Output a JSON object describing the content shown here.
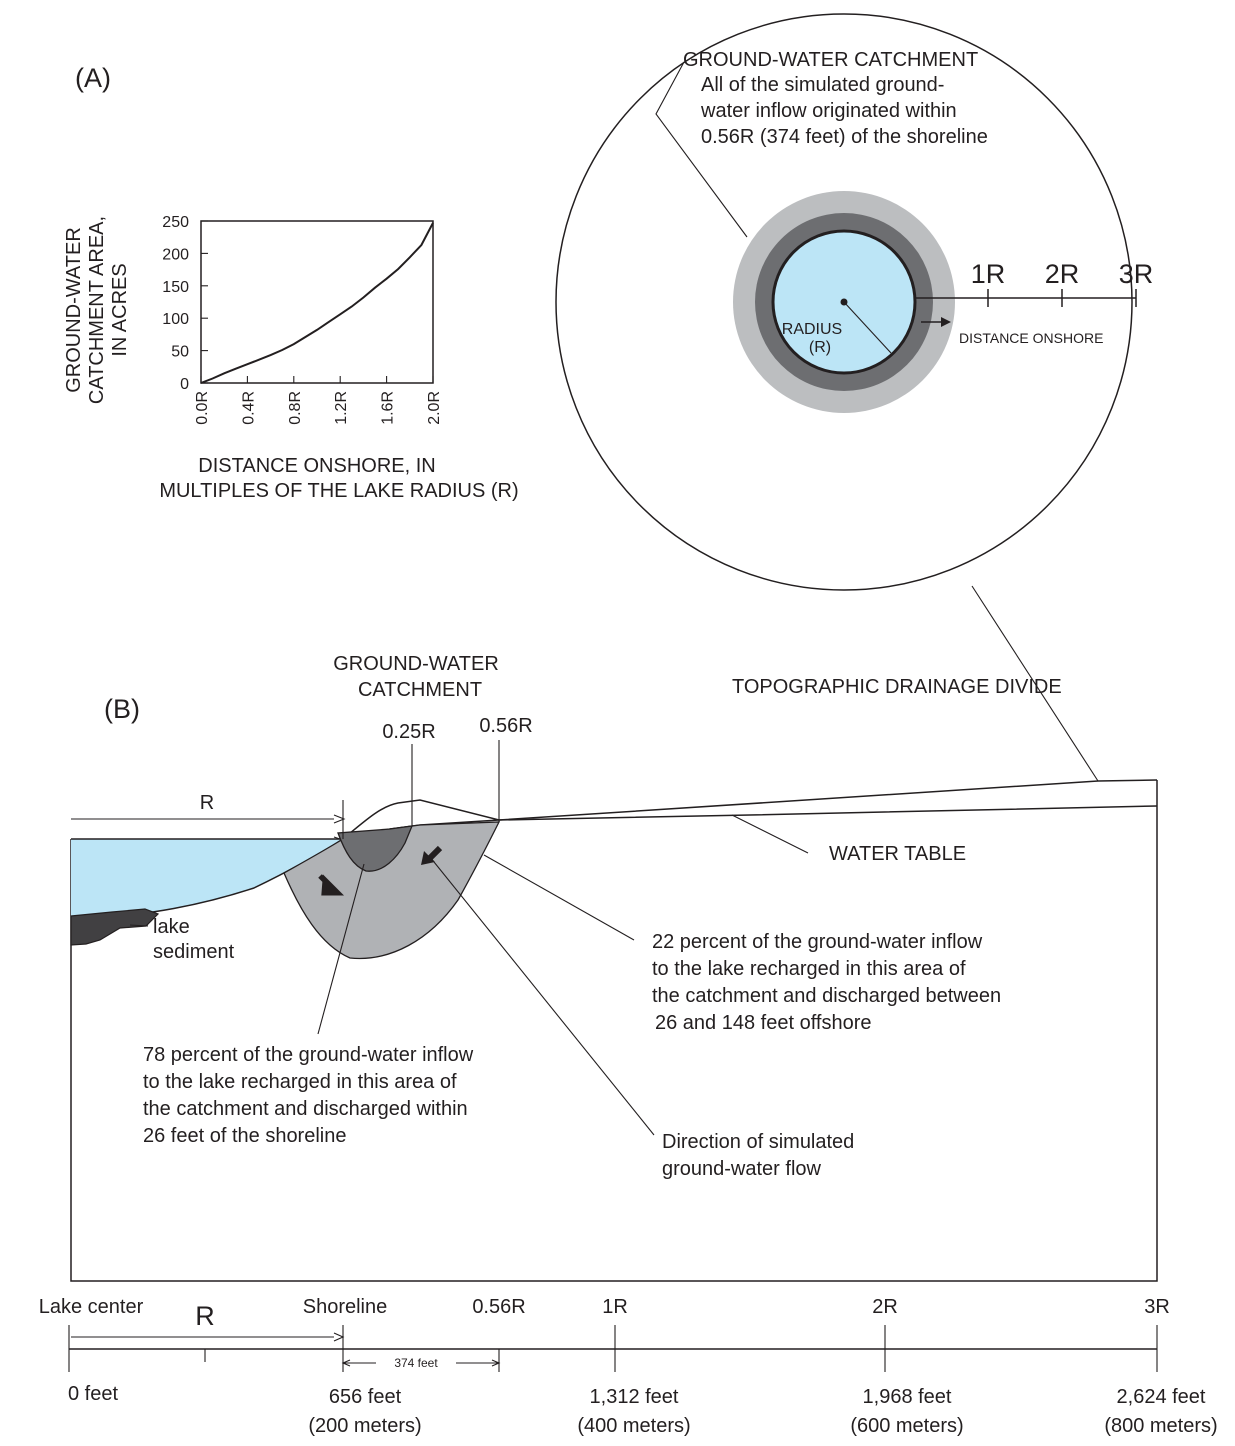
{
  "panel_a": {
    "label": "(A)",
    "chart": {
      "ylabel_lines": [
        "GROUND-WATER",
        "CATCHMENT AREA,",
        "IN ACRES"
      ],
      "yticks": [
        "250",
        "200",
        "150",
        "100",
        "50",
        "0"
      ],
      "xticks": [
        "0.0R",
        "0.4R",
        "0.8R",
        "1.2R",
        "1.6R",
        "2.0R"
      ],
      "xlabel_lines": [
        "DISTANCE ONSHORE, IN",
        "MULTIPLES OF THE LAKE RADIUS (R)"
      ]
    },
    "map": {
      "catchment_title": "GROUND-WATER CATCHMENT",
      "catchment_note_lines": [
        "All of the simulated ground-",
        "water inflow originated within",
        "0.56R (374 feet) of the shoreline"
      ],
      "radius_label": "RADIUS",
      "radius_symbol": "(R)",
      "distance_label": "DISTANCE ONSHORE",
      "ticks": [
        "1R",
        "2R",
        "3R"
      ]
    }
  },
  "panel_b": {
    "label": "(B)",
    "catchment_lines": [
      "GROUND-WATER",
      "CATCHMENT"
    ],
    "mark_025": "0.25R",
    "mark_056": "0.56R",
    "divide_label": "TOPOGRAPHIC  DRAINAGE DIVIDE",
    "radius_symbol": "R",
    "water_table": "WATER TABLE",
    "sediment_lines": [
      "lake",
      "sediment"
    ],
    "note_22_lines": [
      "22 percent of the ground-water inflow",
      " to the lake recharged in this area of",
      " the catchment and discharged between",
      "26 and 148 feet offshore"
    ],
    "note_78_lines": [
      "78 percent of the ground-water inflow",
      "to the lake recharged in this area of",
      "the catchment and discharged within",
      "26 feet of the shoreline"
    ],
    "flow_lines": [
      "Direction of simulated",
      "ground-water flow"
    ]
  },
  "scale": {
    "top_labels": [
      "Lake center",
      "Shoreline",
      "0.56R",
      "1R",
      "2R",
      "3R"
    ],
    "radius_symbol": "R",
    "span_label": "374 feet",
    "bottom_labels": [
      [
        "0 feet"
      ],
      [
        "656 feet",
        "(200 meters)"
      ],
      [
        "1,312 feet",
        "(400 meters)"
      ],
      [
        "1,968 feet",
        "(600 meters)"
      ],
      [
        "2,624 feet",
        "(800 meters)"
      ]
    ]
  },
  "chart_data": {
    "type": "line",
    "x": [
      0.0,
      0.1,
      0.2,
      0.3,
      0.4,
      0.5,
      0.6,
      0.7,
      0.8,
      0.9,
      1.0,
      1.1,
      1.2,
      1.3,
      1.4,
      1.5,
      1.6,
      1.7,
      1.8,
      1.9,
      2.0
    ],
    "y": [
      0,
      7,
      15,
      22,
      29,
      36,
      43,
      51,
      60,
      71,
      82,
      94,
      106,
      118,
      132,
      147,
      161,
      176,
      194,
      213,
      247
    ],
    "xlabel": "DISTANCE ONSHORE, IN MULTIPLES OF THE LAKE RADIUS (R)",
    "ylabel": "GROUND-WATER CATCHMENT AREA, IN ACRES",
    "xlim": [
      0,
      2.0
    ],
    "ylim": [
      0,
      250
    ],
    "xtick_values": [
      0.0,
      0.4,
      0.8,
      1.2,
      1.6,
      2.0
    ],
    "ytick_values": [
      0,
      50,
      100,
      150,
      200,
      250
    ],
    "grid": false
  },
  "colors": {
    "lake": "#bce5f6",
    "catchment_inner": "#6d6e71",
    "catchment_outer": "#bcbec0",
    "catchment_mid": "#b0b2b5",
    "sediment": "#414042",
    "ink": "#231f20"
  }
}
